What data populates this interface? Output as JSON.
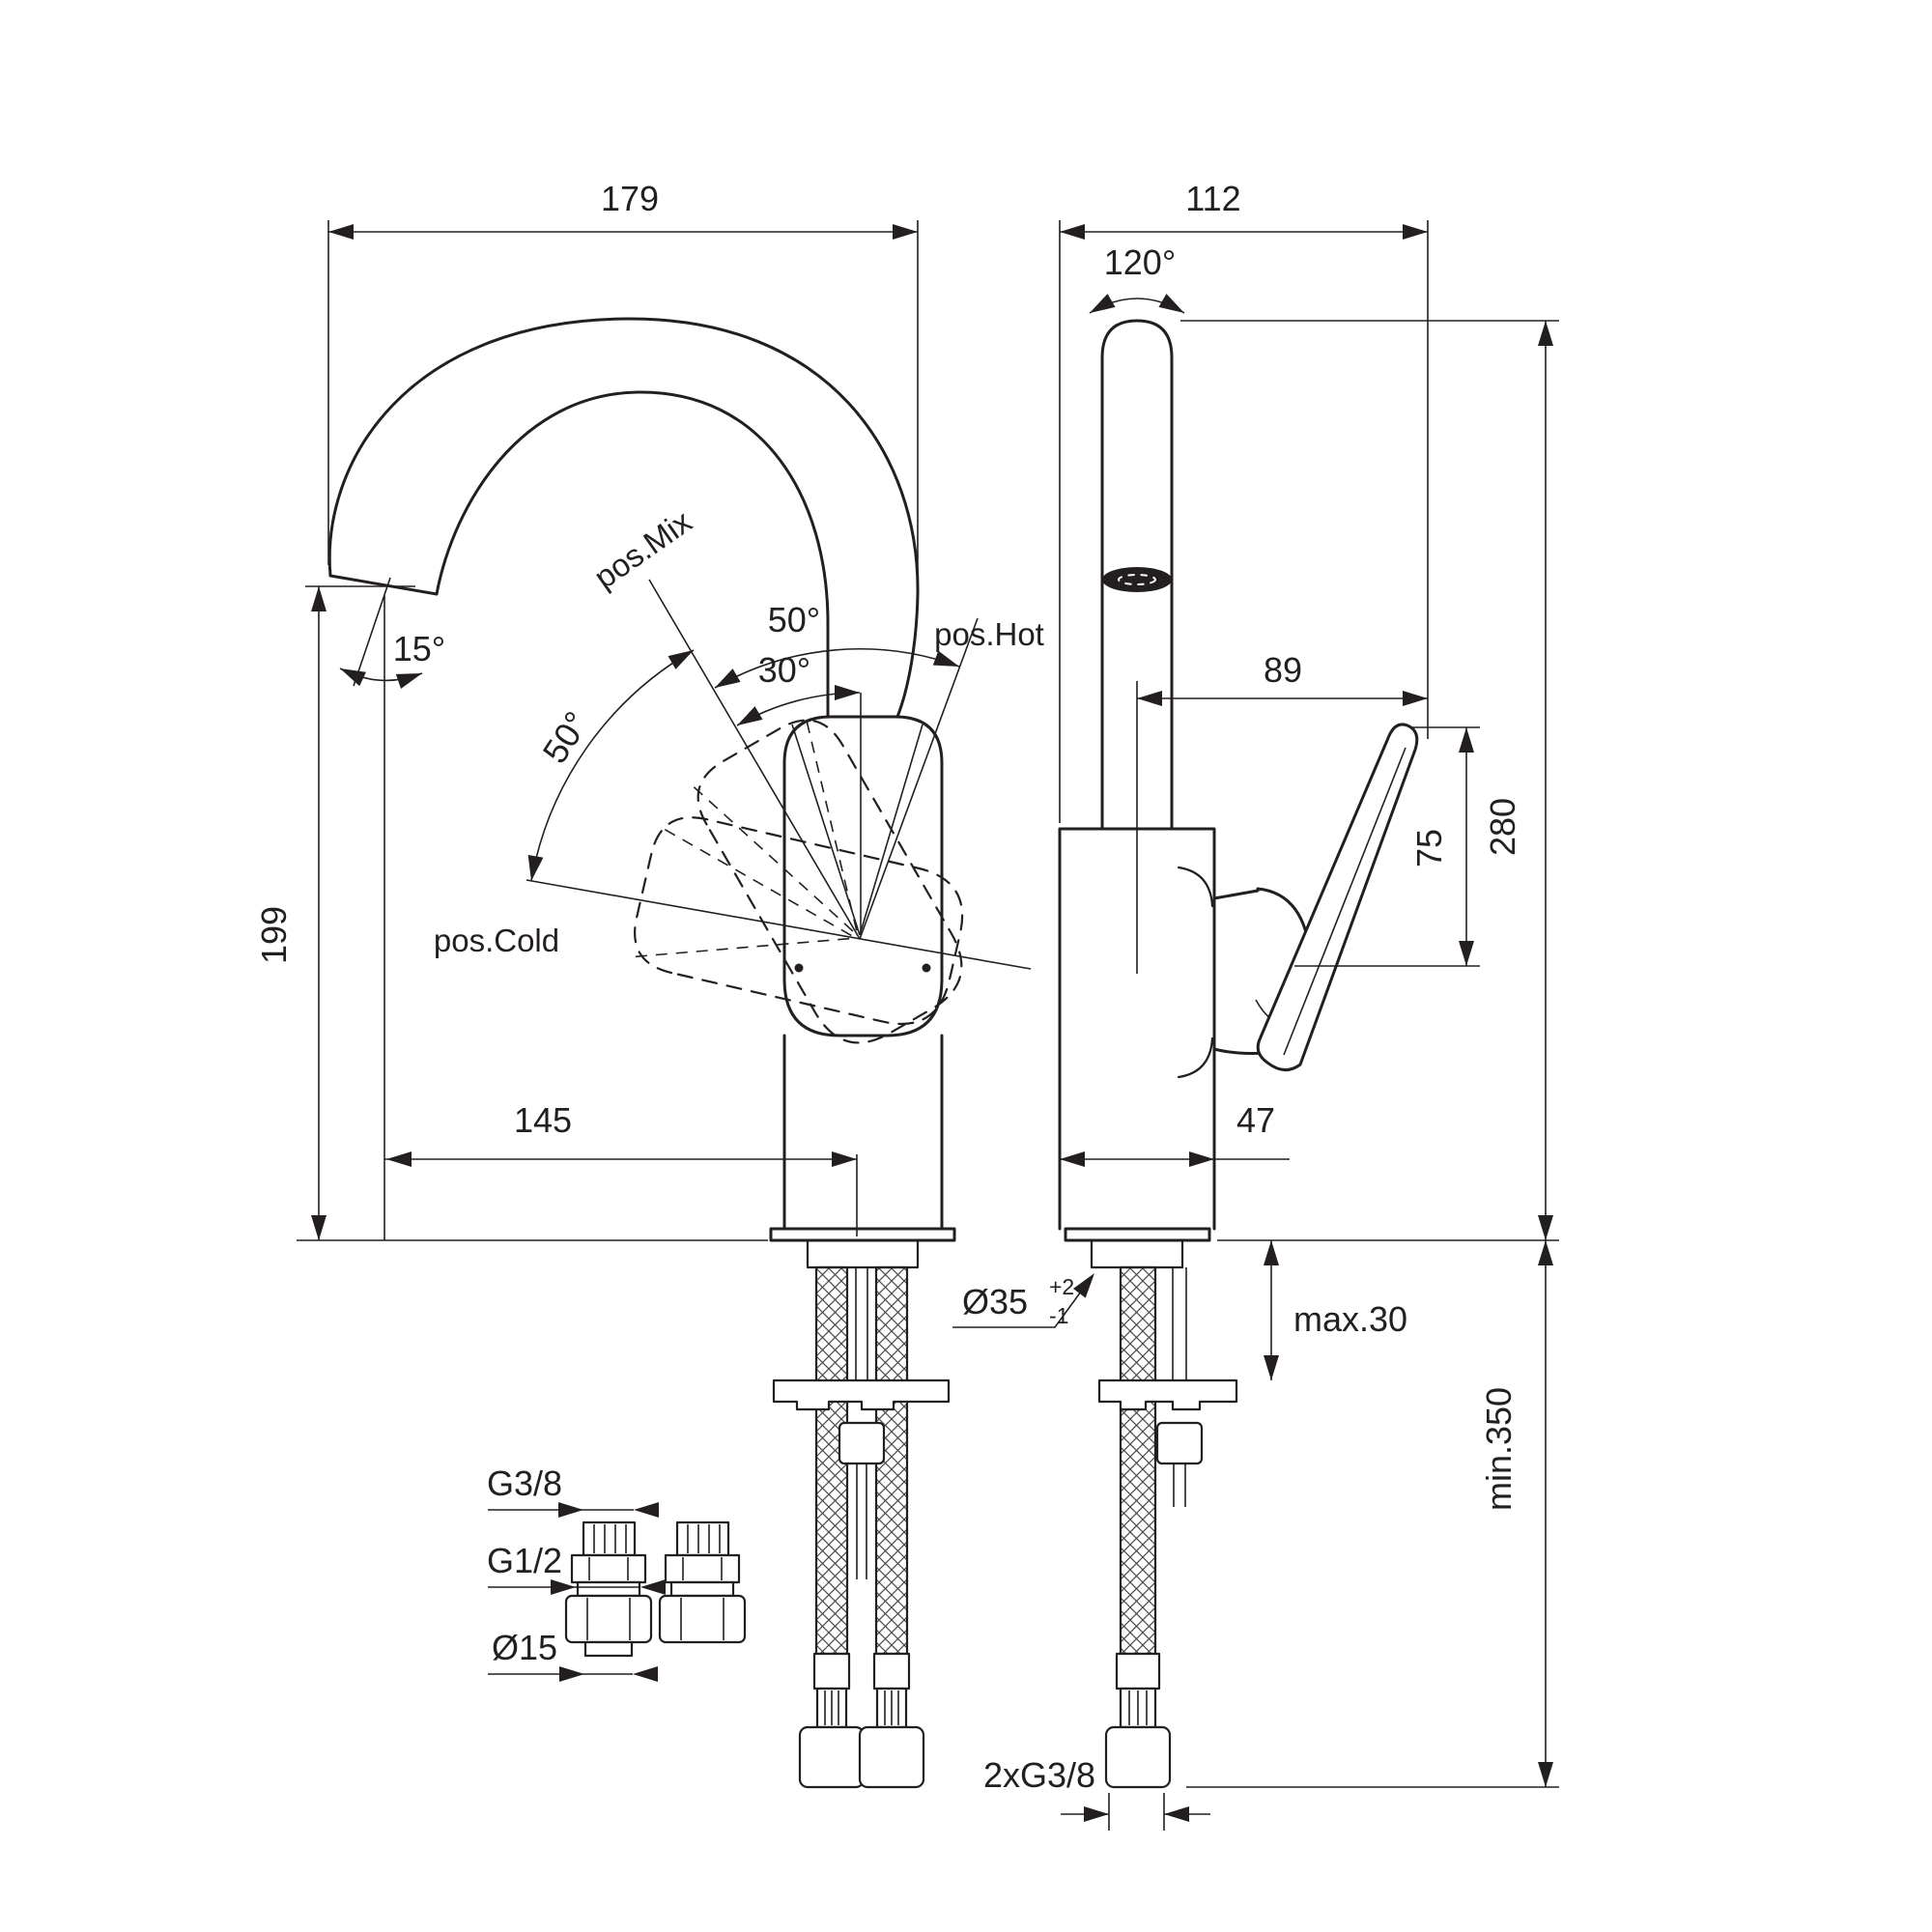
{
  "drawing": {
    "type": "technical-dimension-drawing",
    "subject": "single-lever basin mixer faucet, front and side views with installation fittings",
    "colors": {
      "line": "#231f20",
      "background": "#ffffff"
    },
    "labels": {
      "dim_179": "179",
      "dim_112": "112",
      "angle_120": "120°",
      "angle_15": "15°",
      "dim_199": "199",
      "dim_145": "145",
      "angle_50_left": "50°",
      "angle_50_top": "50°",
      "angle_30": "30°",
      "pos_mix": "pos.Mix",
      "pos_hot": "pos.Hot",
      "pos_cold": "pos.Cold",
      "dim_89": "89",
      "dim_75": "75",
      "dim_280": "280",
      "dim_47": "47",
      "dia_35": "Ø35",
      "tol_plus": "+2",
      "tol_minus": "-1",
      "deck_max": "max.30",
      "hose_min": "min.350",
      "thread_2xg38": "2xG3/8",
      "thread_g38": "G3/8",
      "thread_g12": "G1/2",
      "dia_15": "Ø15"
    }
  }
}
